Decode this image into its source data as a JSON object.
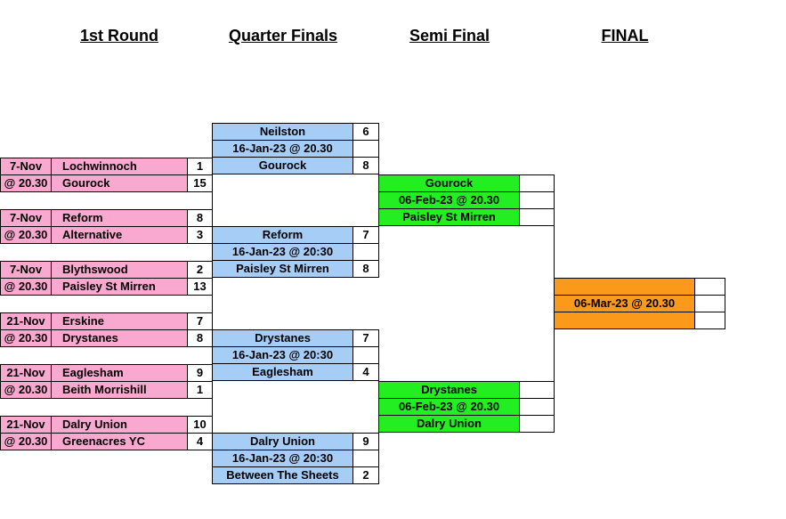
{
  "headers": {
    "round1": "1st Round",
    "quarter": "Quarter Finals",
    "semi": "Semi Final",
    "final": "FINAL"
  },
  "round1": [
    {
      "date": "7-Nov",
      "time": "@ 20.30",
      "home": "Lochwinnoch",
      "home_score": "1",
      "away": "Gourock",
      "away_score": "15"
    },
    {
      "date": "7-Nov",
      "time": "@ 20.30",
      "home": "Reform",
      "home_score": "8",
      "away": "Alternative",
      "away_score": "3"
    },
    {
      "date": "7-Nov",
      "time": "@ 20.30",
      "home": "Blythswood",
      "home_score": "2",
      "away": "Paisley St Mirren",
      "away_score": "13"
    },
    {
      "date": "21-Nov",
      "time": "@ 20.30",
      "home": "Erskine",
      "home_score": "7",
      "away": "Drystanes",
      "away_score": "8"
    },
    {
      "date": "21-Nov",
      "time": "@ 20.30",
      "home": "Eaglesham",
      "home_score": "9",
      "away": "Beith Morrishill",
      "away_score": "1"
    },
    {
      "date": "21-Nov",
      "time": "@ 20.30",
      "home": "Dalry Union",
      "home_score": "10",
      "away": "Greenacres YC",
      "away_score": "4"
    }
  ],
  "quarter": [
    {
      "home": "Neilston",
      "home_score": "6",
      "date": "16-Jan-23  @ 20.30",
      "away": "Gourock",
      "away_score": "8"
    },
    {
      "home": "Reform",
      "home_score": "7",
      "date": "16-Jan-23 @ 20:30",
      "away": "Paisley St Mirren",
      "away_score": "8"
    },
    {
      "home": "Drystanes",
      "home_score": "7",
      "date": "16-Jan-23 @ 20:30",
      "away": "Eaglesham",
      "away_score": "4"
    },
    {
      "home": "Dalry Union",
      "home_score": "9",
      "date": "16-Jan-23 @ 20:30",
      "away": "Between The Sheets",
      "away_score": "2"
    }
  ],
  "semi": [
    {
      "home": "Gourock",
      "home_score": "",
      "date": "06-Feb-23  @ 20.30",
      "away": "Paisley St Mirren",
      "away_score": ""
    },
    {
      "home": "Drystanes",
      "home_score": "",
      "date": "06-Feb-23  @ 20.30",
      "away": "Dalry Union",
      "away_score": ""
    }
  ],
  "final": {
    "home": "",
    "home_score": "",
    "date": "06-Mar-23  @ 20.30",
    "away": "",
    "away_score": ""
  }
}
